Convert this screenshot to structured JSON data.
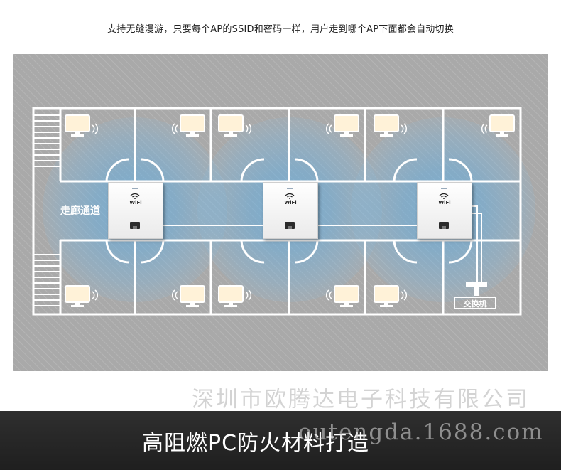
{
  "top_caption": "支持无缝漫游，只要每个AP的SSID和密码一样，用户走到哪个AP下面都会自动切换",
  "floor_plan": {
    "corridor_label": "走廊通道",
    "switch_label": "交换机",
    "access_points": [
      {
        "label": "WiFi"
      },
      {
        "label": "WiFi"
      },
      {
        "label": "WiFi"
      }
    ]
  },
  "watermark_company": "深圳市欧腾达电子科技有限公司",
  "banner": {
    "title": "高阻燃PC防火材料打造",
    "watermark_url": "outengda.1688.com"
  },
  "colors": {
    "plan_background": "#a9a9a9",
    "signal_blue": "#5aaee8",
    "wall_white": "#ffffff",
    "banner_dark": "#262626"
  },
  "icons": [
    "monitor-icon",
    "wifi-signal-icon",
    "wifi-logo-icon",
    "ethernet-port-icon",
    "switch-icon"
  ]
}
